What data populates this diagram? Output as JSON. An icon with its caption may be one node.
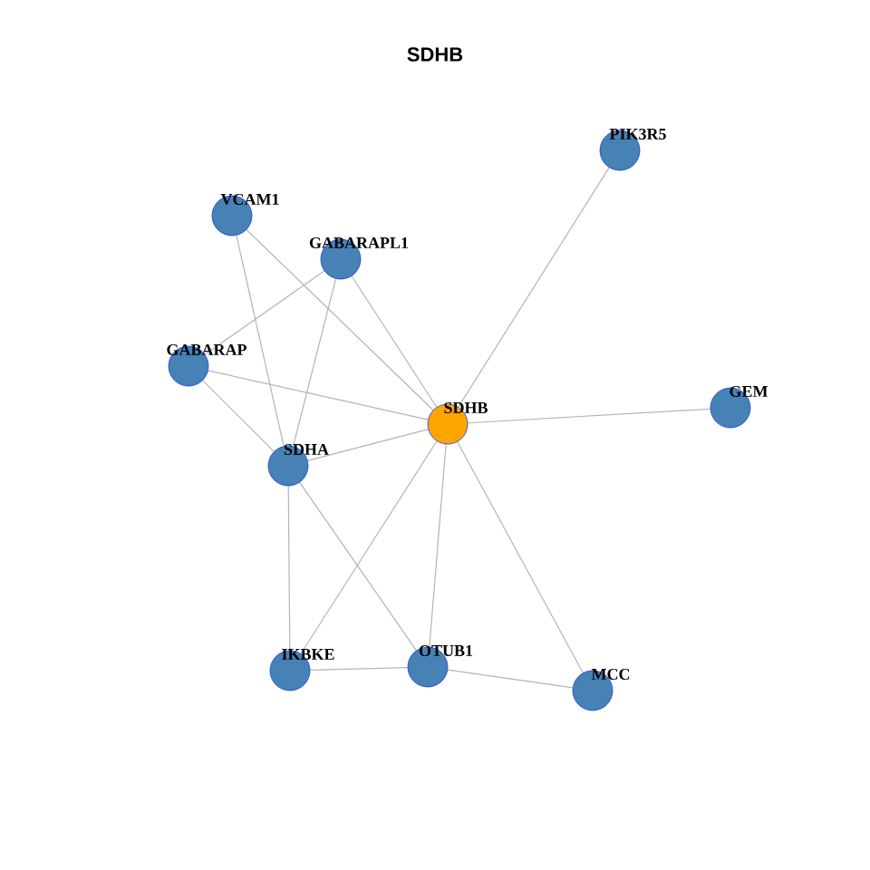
{
  "diagram": {
    "title": "SDHB",
    "nodes": [
      {
        "text": [
          "SDHB"
        ]
      },
      {
        "text": [
          "PIK3R5"
        ]
      },
      {
        "text": [
          "VCAM1"
        ]
      },
      {
        "text": [
          "GABARAPL1"
        ]
      },
      {
        "text": [
          "GABARAP"
        ]
      },
      {
        "text": [
          "GEM"
        ]
      },
      {
        "text": [
          "SDHA"
        ]
      },
      {
        "text": [
          "IKBKE"
        ]
      },
      {
        "text": [
          "OTUB1"
        ]
      },
      {
        "text": [
          "MCC"
        ]
      }
    ],
    "edges": [
      {
        "from": 0,
        "to": 1,
        "arrow": "none"
      },
      {
        "from": 0,
        "to": 2,
        "arrow": "none"
      },
      {
        "from": 0,
        "to": 3,
        "arrow": "none"
      },
      {
        "from": 0,
        "to": 4,
        "arrow": "none"
      },
      {
        "from": 0,
        "to": 5,
        "arrow": "none"
      },
      {
        "from": 0,
        "to": 6,
        "arrow": "none"
      },
      {
        "from": 0,
        "to": 7,
        "arrow": "none"
      },
      {
        "from": 0,
        "to": 8,
        "arrow": "none"
      },
      {
        "from": 0,
        "to": 9,
        "arrow": "none"
      },
      {
        "from": 2,
        "to": 6,
        "arrow": "none"
      },
      {
        "from": 3,
        "to": 4,
        "arrow": "none"
      },
      {
        "from": 3,
        "to": 6,
        "arrow": "none"
      },
      {
        "from": 4,
        "to": 6,
        "arrow": "none"
      },
      {
        "from": 6,
        "to": 7,
        "arrow": "none"
      },
      {
        "from": 6,
        "to": 8,
        "arrow": "none"
      },
      {
        "from": 7,
        "to": 8,
        "arrow": "none"
      },
      {
        "from": 8,
        "to": 9,
        "arrow": "none"
      }
    ]
  }
}
